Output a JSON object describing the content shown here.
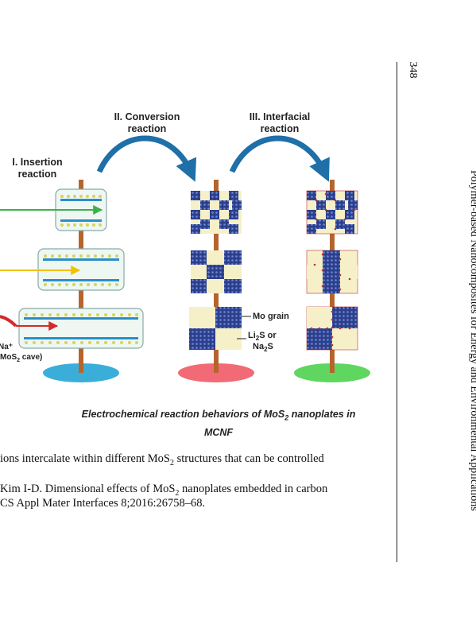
{
  "page_number": "348",
  "running_head": "Polymer-based Nanocomposites for Energy and Environmental Applications",
  "figure": {
    "step1": {
      "line1": "I. Insertion",
      "line2": "reaction"
    },
    "step2": {
      "line1": "II. Conversion",
      "line2": "reaction"
    },
    "step3": {
      "line1": "III. Interfacial",
      "line2": "reaction"
    },
    "label_mo_grain": "Mo grain",
    "label_li2s": {
      "pre": "Li",
      "sub": "2",
      "post": "S or"
    },
    "label_na2s": {
      "pre": "Na",
      "sub": "2",
      "post": "S"
    },
    "label_na_plus": "Na⁺",
    "label_mos2_cave": {
      "pre": "MoS",
      "sub": "2",
      "post": " cave)"
    },
    "caption": {
      "pre": "Electrochemical reaction behaviors of MoS",
      "sub": "2",
      "post": " nanoplates in",
      "line2": "MCNF"
    },
    "colors": {
      "rod": "#b5652c",
      "disk1": "#3aaed8",
      "disk2": "#f26a75",
      "disk3": "#5fd65f",
      "arrow": "#1f6fa8",
      "green_arrow": "#3db04a",
      "yellow_arrow": "#f2c200",
      "red_arrow": "#d42a2a",
      "grain_blue": "#2b3f8c",
      "grain_cream": "#f6f0c8",
      "dot_red": "#c23030"
    }
  },
  "body_text": {
    "line1": {
      "pre": "ions intercalate within different MoS",
      "sub": "2",
      "post": " structures that can be controlled"
    },
    "line2": {
      "pre": "Kim I-D. Dimensional effects of MoS",
      "sub": "2",
      "post": " nanoplates embedded in carbon"
    },
    "line3": "CS Appl Mater Interfaces 8;2016:26758–68."
  }
}
